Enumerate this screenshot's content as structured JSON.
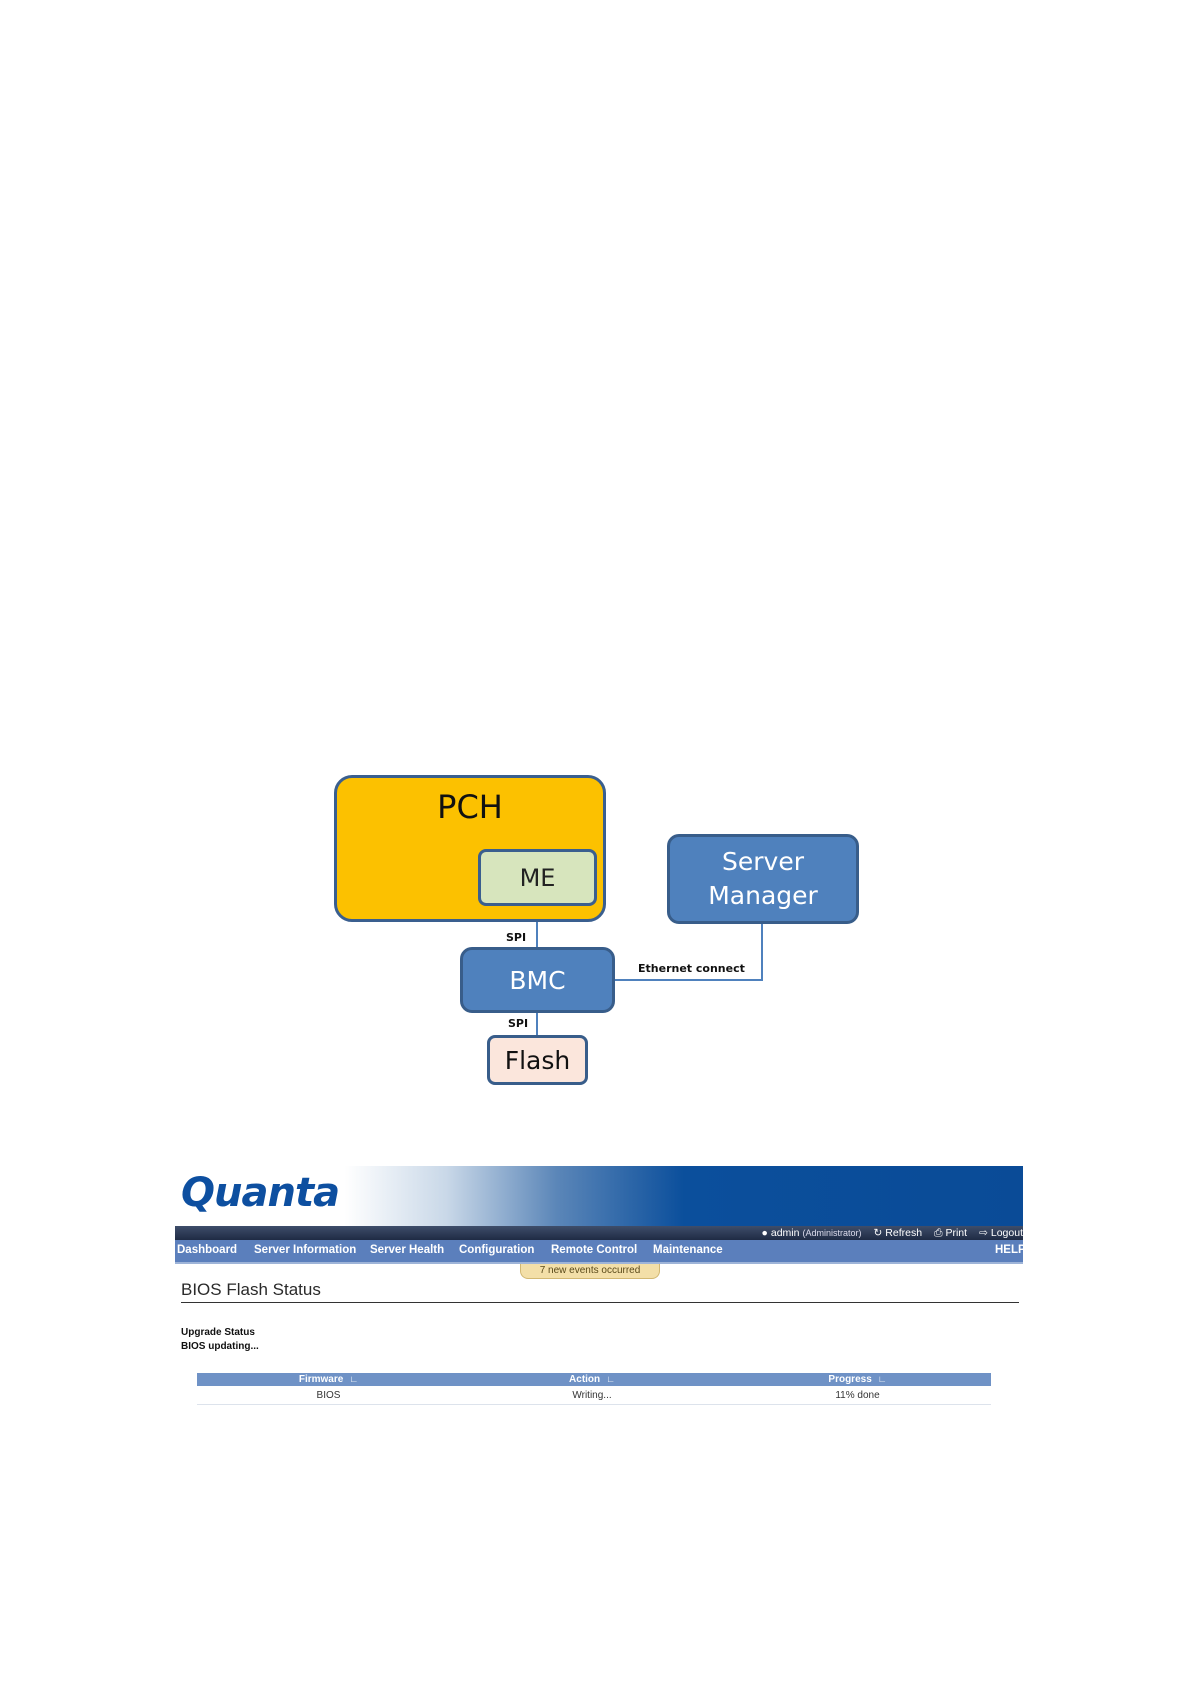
{
  "diagram": {
    "pch": "PCH",
    "me": "ME",
    "server_manager": "Server\nManager",
    "bmc": "BMC",
    "flash": "Flash",
    "spi_top": "SPI",
    "spi_bottom": "SPI",
    "ethernet": "Ethernet connect",
    "colors": {
      "pch": "#fcc100",
      "me": "#d7e5bd",
      "blue": "#4f81bd",
      "flash": "#fbe6dc"
    }
  },
  "webui": {
    "logo": "Quanta",
    "user": "admin",
    "role": "(Administrator)",
    "refresh": "Refresh",
    "print": "Print",
    "logout": "Logout",
    "nav": [
      "Dashboard",
      "Server Information",
      "Server Health",
      "Configuration",
      "Remote Control",
      "Maintenance"
    ],
    "help": "HELP",
    "events": "7 new events occurred",
    "page_title": "BIOS Flash Status",
    "status_label": "Upgrade Status",
    "status_value": "BIOS updating...",
    "table": {
      "headers": [
        "Firmware",
        "Action",
        "Progress"
      ],
      "rows": [
        [
          "BIOS",
          "Writing...",
          "11% done"
        ]
      ]
    },
    "icons": [
      "user-icon",
      "refresh-icon",
      "print-icon",
      "logout-icon",
      "sort-icon"
    ]
  }
}
